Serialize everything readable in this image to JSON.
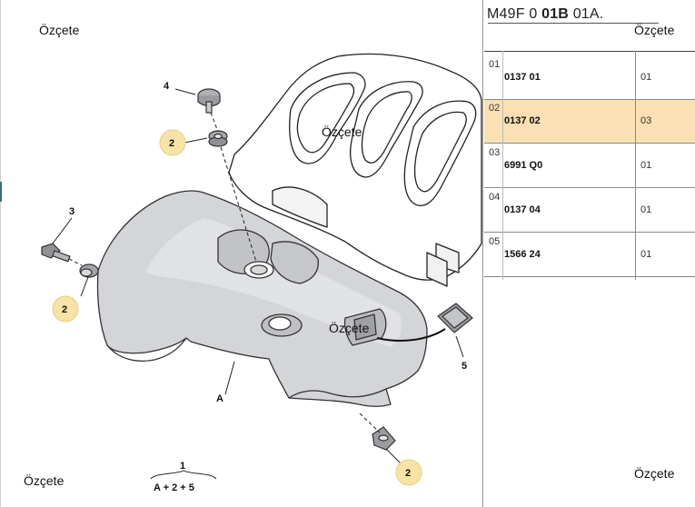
{
  "watermark": "Özçete",
  "header": {
    "ref_prefix": "M49F 0 ",
    "ref_bold": "01B",
    "ref_suffix": " 01A."
  },
  "diagram": {
    "callouts": {
      "c1": "1",
      "c2a": "2",
      "c2b": "2",
      "c2c": "2",
      "c3": "3",
      "c4": "4",
      "c5": "5",
      "cA": "A"
    },
    "formula": "A + 2 + 5"
  },
  "parts": [
    {
      "num": "01",
      "code": "0137 01",
      "qty": "01",
      "selected": false
    },
    {
      "num": "02",
      "code": "0137 02",
      "qty": "03",
      "selected": true
    },
    {
      "num": "03",
      "code": "6991 Q0",
      "qty": "01",
      "selected": false
    },
    {
      "num": "04",
      "code": "0137 04",
      "qty": "01",
      "selected": false
    },
    {
      "num": "05",
      "code": "1566 24",
      "qty": "01",
      "selected": false
    }
  ],
  "colors": {
    "highlight": "#fbe0b4",
    "callout_circle": "#f7e3a6"
  }
}
